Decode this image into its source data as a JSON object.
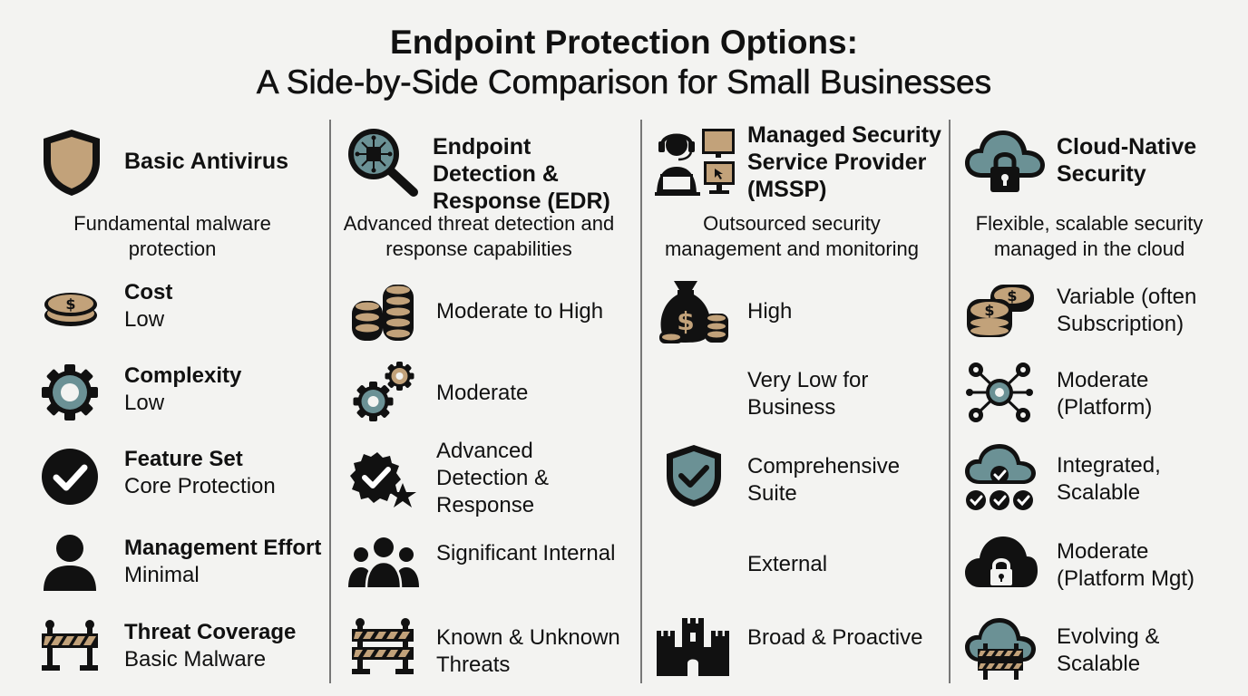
{
  "title": {
    "line1": "Endpoint Protection Options:",
    "line2": "A Side-by-Side Comparison for Small Businesses"
  },
  "colors": {
    "tan": "#c2a27a",
    "teal": "#6b9195",
    "dark": "#111111"
  },
  "columns": [
    {
      "name": "Basic Antivirus",
      "icon": "shield-icon",
      "description": "Fundamental malware protection",
      "rows": [
        {
          "label": "Cost",
          "value": "Low",
          "icon": "coins-icon"
        },
        {
          "label": "Complexity",
          "value": "Low",
          "icon": "gear-icon"
        },
        {
          "label": "Feature Set",
          "value": "Core Protection",
          "icon": "checkmark-circle-icon"
        },
        {
          "label": "Management Effort",
          "value": "Minimal",
          "icon": "person-icon"
        },
        {
          "label": "Threat Coverage",
          "value": "Basic Malware",
          "icon": "barricade-icon"
        }
      ]
    },
    {
      "name": "Endpoint Detection & Response (EDR)",
      "icon": "magnifier-chip-icon",
      "description": "Advanced threat detection and response capabilities",
      "rows": [
        {
          "value": "Moderate to High",
          "icon": "coin-stacks-icon"
        },
        {
          "value": "Moderate",
          "icon": "gears-icon"
        },
        {
          "value": "Advanced Detection & Response",
          "icon": "badge-star-icon"
        },
        {
          "value": "Significant Internal",
          "icon": "team-icon"
        },
        {
          "value": "Known & Unknown Threats",
          "icon": "barricade-icon"
        }
      ]
    },
    {
      "name": "Managed Security Service Provider (MSSP)",
      "icon": "operator-monitors-icon",
      "description": "Outsourced security management and monitoring",
      "rows": [
        {
          "value": "High",
          "icon": "money-bag-icon"
        },
        {
          "value": "Very Low for Business",
          "icon": ""
        },
        {
          "value": "Comprehensive Suite",
          "icon": "shield-check-icon"
        },
        {
          "value": "External",
          "icon": ""
        },
        {
          "value": "Broad & Proactive",
          "icon": "castle-icon"
        }
      ]
    },
    {
      "name": "Cloud-Native Security",
      "icon": "cloud-lock-icon",
      "description": "Flexible, scalable security managed in the cloud",
      "rows": [
        {
          "value": "Variable (often Subscription)",
          "icon": "coins-icon"
        },
        {
          "value": "Moderate (Platform)",
          "icon": "gear-network-icon"
        },
        {
          "value": "Integrated, Scalable",
          "icon": "cloud-checks-icon"
        },
        {
          "value": "Moderate (Platform Mgt)",
          "icon": "cloud-lock-icon"
        },
        {
          "value": "Evolving & Scalable",
          "icon": "cloud-barricade-icon"
        }
      ]
    }
  ]
}
